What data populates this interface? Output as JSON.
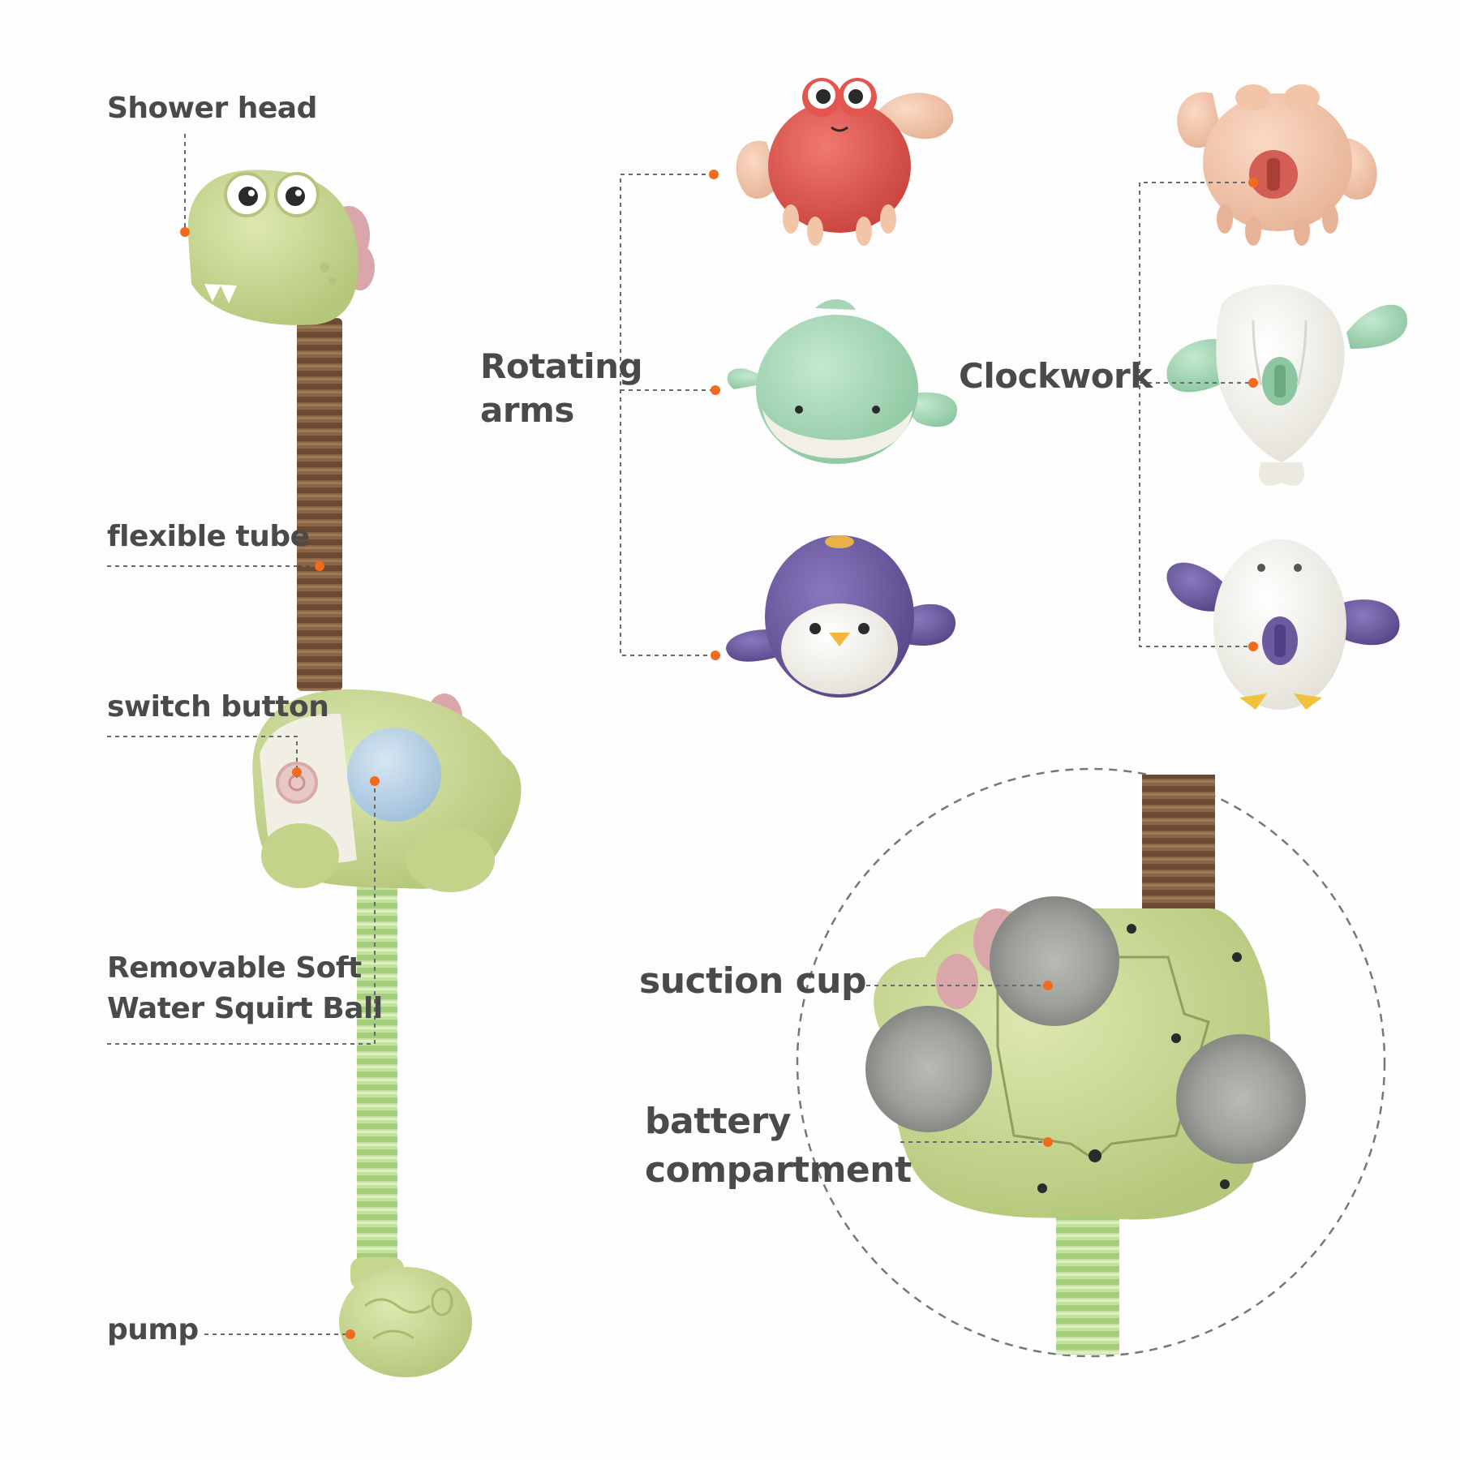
{
  "labels": {
    "shower_head": "Shower head",
    "flexible_tube": "flexible tube",
    "switch_button": "switch button",
    "squirt_ball_line1": "Removable Soft",
    "squirt_ball_line2": "Water Squirt Ball",
    "pump": "pump",
    "rotating_arms_line1": "Rotating",
    "rotating_arms_line2": "arms",
    "clockwork": "Clockwork",
    "suction_cup": "suction cup",
    "battery_line1": "battery",
    "battery_line2": "compartment"
  },
  "colors": {
    "text": "#4a4a4a",
    "leader_line": "#6a6a6a",
    "marker_dot": "#f26b1d",
    "dino_green": "#c6d68e",
    "tube_brown": "#7a5438",
    "tube_green": "#b7dc8e",
    "crab_red": "#e2564f",
    "crab_peach": "#f2c4a8",
    "whale_mint": "#a6d6b6",
    "penguin_purple": "#6b5a9e",
    "cream": "#f1efe6",
    "suction_gray": "#9c9e99",
    "squirt_ball_blue": "#b8d2e6"
  },
  "icons": [
    "dinosaur-shower-head",
    "crab-toy",
    "whale-toy",
    "penguin-toy",
    "suction-cup",
    "pump-ball"
  ]
}
